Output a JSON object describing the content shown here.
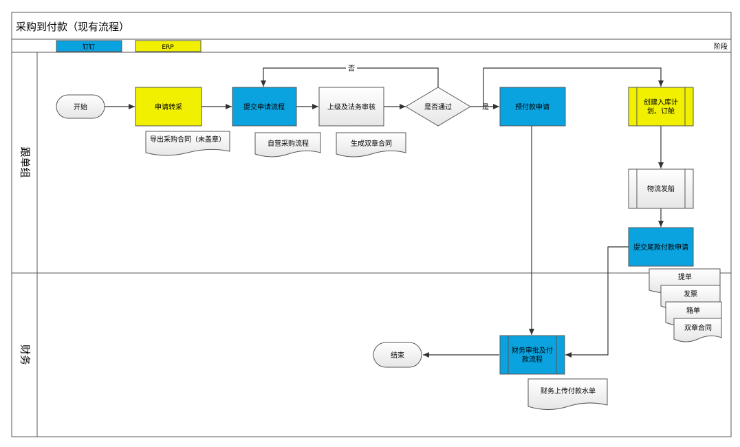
{
  "diagram": {
    "title": "采购到付款（现有流程）",
    "legend": [
      {
        "label": "钉钉",
        "color": "#0aa3e0"
      },
      {
        "label": "ERP",
        "color": "#f0f000"
      }
    ],
    "phase_label": "阶段",
    "lanes": [
      {
        "label": "跟单组"
      },
      {
        "label": "财务"
      }
    ],
    "nodes": {
      "start": "开始",
      "apply_transfer": "申请转采",
      "submit_apply": "提交申请流程",
      "approve": "上级及法务审核",
      "decision": "是否通过",
      "prepay": "预付款申请",
      "create_plan_line1": "创建入库计",
      "create_plan_line2": "划、订舱",
      "ship": "物流发船",
      "final_pay": "提交尾款付款申请",
      "finance_line1": "财务审批及付",
      "finance_line2": "款流程",
      "end": "结束"
    },
    "documents": {
      "export_contract": "导出采购合同（未盖章）",
      "self_purchase": "自营采购流程",
      "double_contract": "生成双章合同",
      "bill": "提单",
      "invoice": "发票",
      "packing": "箱单",
      "double_contract2": "双章合同",
      "upload_water": "财务上传付款水单"
    },
    "edge_labels": {
      "no": "否",
      "yes": "是"
    },
    "colors": {
      "dingtalk": "#0aa3e0",
      "erp": "#f0f000",
      "line": "#333333",
      "border": "#555555"
    }
  }
}
